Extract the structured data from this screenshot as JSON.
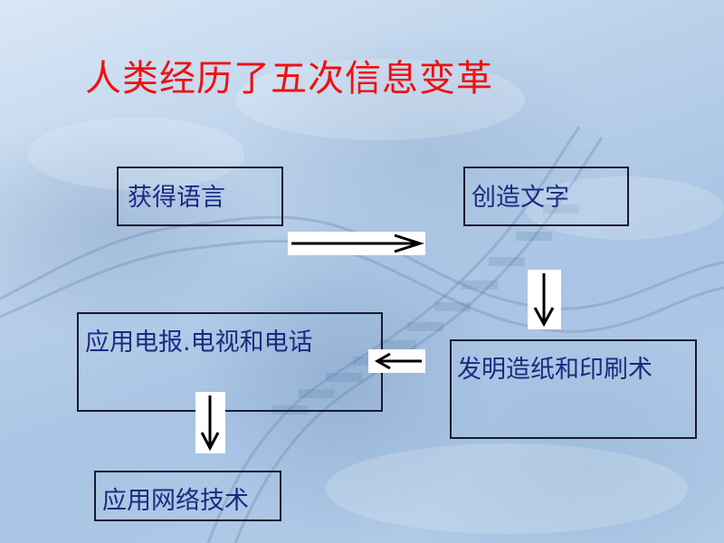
{
  "slide": {
    "title": "人类经历了五次信息变革"
  },
  "diagram": {
    "stages": [
      {
        "label": "获得语言"
      },
      {
        "label": "创造文字"
      },
      {
        "label": "发明造纸和印刷术"
      },
      {
        "label": "应用电报.电视和电话"
      },
      {
        "label": "应用网络技术"
      }
    ],
    "arrows": [
      {
        "direction": "right"
      },
      {
        "direction": "down"
      },
      {
        "direction": "left"
      },
      {
        "direction": "down"
      }
    ]
  },
  "colors": {
    "title": "#f01010",
    "label": "#1a2a80",
    "border": "#1a1a30",
    "arrow_fill": "#ffffff",
    "arrow_stroke": "#000000"
  }
}
